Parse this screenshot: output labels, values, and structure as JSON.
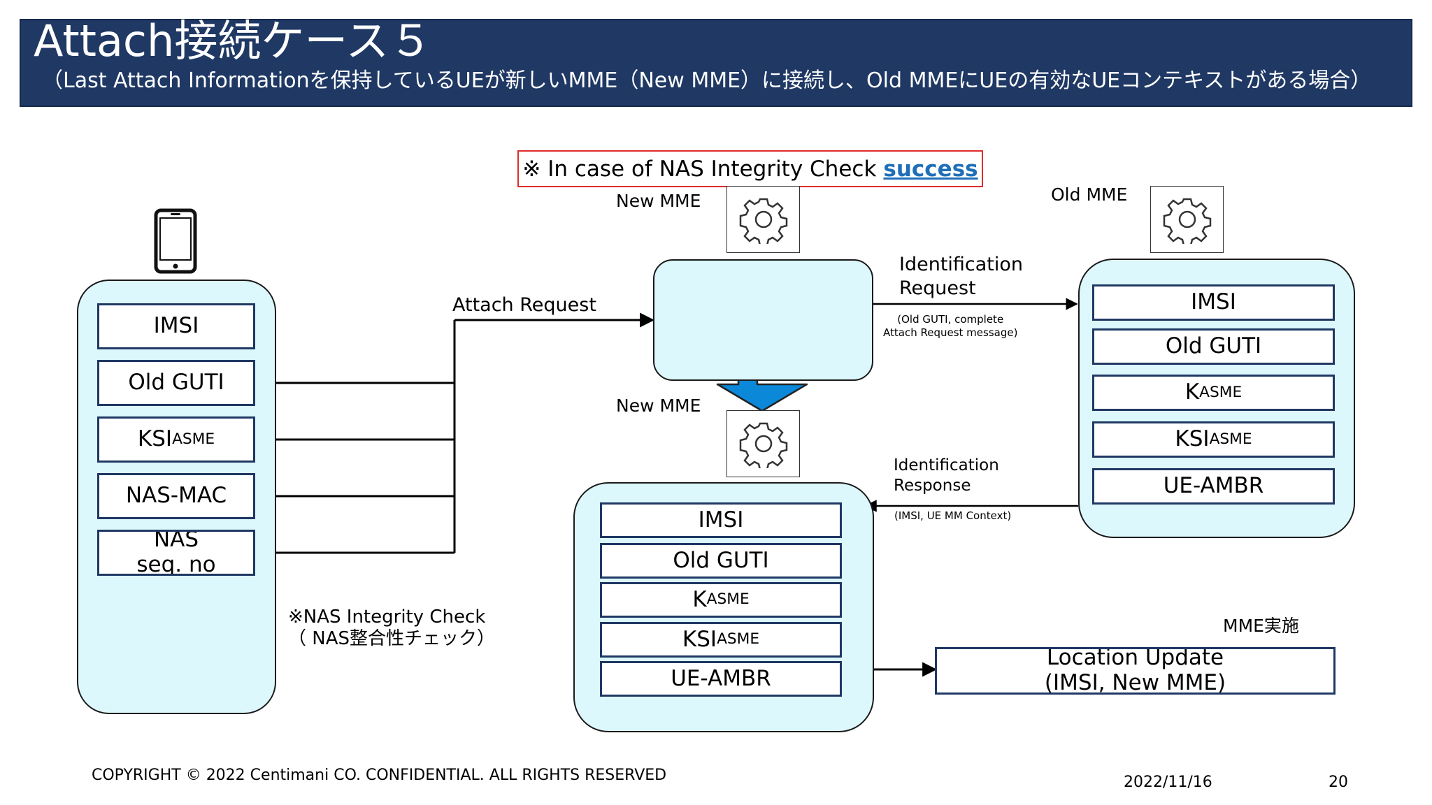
{
  "header": {
    "title": "Attach接続ケース５",
    "subtitle": "（Last Attach Informationを保持しているUEが新しいMME（New MME）に接続し、Old MMEにUEの有効なUEコンテキストがある場合）"
  },
  "note": {
    "prefix": "※ In case of NAS Integrity Check",
    "emphasis": "success"
  },
  "ue": {
    "fields": [
      {
        "main": "IMSI",
        "sub": ""
      },
      {
        "main": "Old GUTI",
        "sub": ""
      },
      {
        "main": "KSI",
        "sub": "ASME"
      },
      {
        "main": "NAS-MAC",
        "sub": ""
      },
      {
        "main": "NAS\nseq. no",
        "sub": ""
      }
    ]
  },
  "new_mme": {
    "label_top": "New MME",
    "label_bottom": "New MME",
    "fields": [
      {
        "main": "IMSI",
        "sub": ""
      },
      {
        "main": "Old GUTI",
        "sub": ""
      },
      {
        "main": "K",
        "sub": "ASME"
      },
      {
        "main": "KSI",
        "sub": "ASME"
      },
      {
        "main": "UE-AMBR",
        "sub": ""
      }
    ]
  },
  "old_mme": {
    "label": "Old MME",
    "fields": [
      {
        "main": "IMSI",
        "sub": ""
      },
      {
        "main": "Old GUTI",
        "sub": ""
      },
      {
        "main": "K",
        "sub": "ASME"
      },
      {
        "main": "KSI",
        "sub": "ASME"
      },
      {
        "main": "UE-AMBR",
        "sub": ""
      }
    ]
  },
  "messages": {
    "attach_request": "Attach Request",
    "ident_request": "Identification\nRequest",
    "ident_request_params": "(Old GUTI, complete\nAttach Request message)",
    "ident_response": "Identification\nResponse",
    "ident_response_params": "(IMSI, UE MM Context)"
  },
  "integrity_check": "※NAS Integrity Check\n（ NAS整合性チェック）",
  "location_update": {
    "label": "MME実施",
    "box": "Location Update\n(IMSI, New MME)"
  },
  "footer": {
    "copyright": "COPYRIGHT © 2022 Centimani CO. CONFIDENTIAL. ALL RIGHTS RESERVED",
    "date": "2022/11/16",
    "page": "20"
  },
  "colors": {
    "header_bg": "#1f3864",
    "panel_fill": "#ddf8fc",
    "field_border": "#1f3864",
    "highlight_red": "#e02b2b",
    "success_blue": "#1f6fb8",
    "arrow_blue": "#0b88d8"
  },
  "icons": {
    "phone": "smartphone-icon",
    "mme": "gear-icon"
  }
}
